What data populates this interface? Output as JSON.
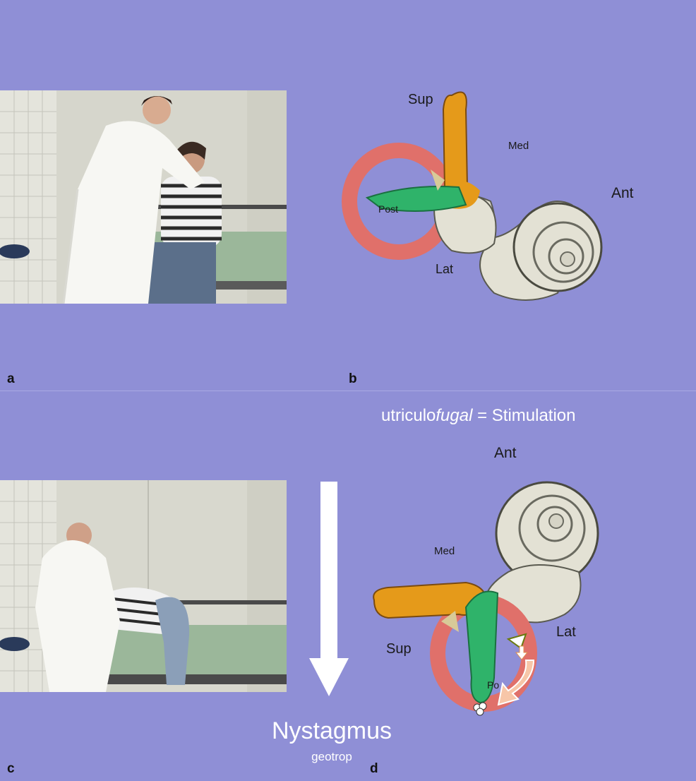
{
  "colors": {
    "background": "#8f8fd6",
    "canal_posterior": "#e0706a",
    "canal_superior": "#e59a1a",
    "canal_lateral_green": "#2fb36a",
    "cochlea": "#e3e1d4",
    "arrow": "#ffffff"
  },
  "panels": {
    "a": {
      "letter": "a"
    },
    "b": {
      "letter": "b",
      "labels": {
        "sup": "Sup",
        "med": "Med",
        "ant": "Ant",
        "post": "Post",
        "lat": "Lat"
      }
    },
    "c": {
      "letter": "c"
    },
    "d": {
      "letter": "d",
      "stimulation_prefix": "utriculo",
      "stimulation_italic": "fugal",
      "stimulation_suffix": " = Stimulation",
      "labels": {
        "ant": "Ant",
        "med": "Med",
        "sup": "Sup",
        "lat": "Lat",
        "post_partial": "Po"
      },
      "nystagmus": "Nystagmus",
      "nystagmus_sub": "geotrop"
    }
  },
  "icons": {
    "arrow": "down-arrow-icon",
    "otoconia": "otoconia-icon",
    "flow": "curved-arrow-icon"
  }
}
